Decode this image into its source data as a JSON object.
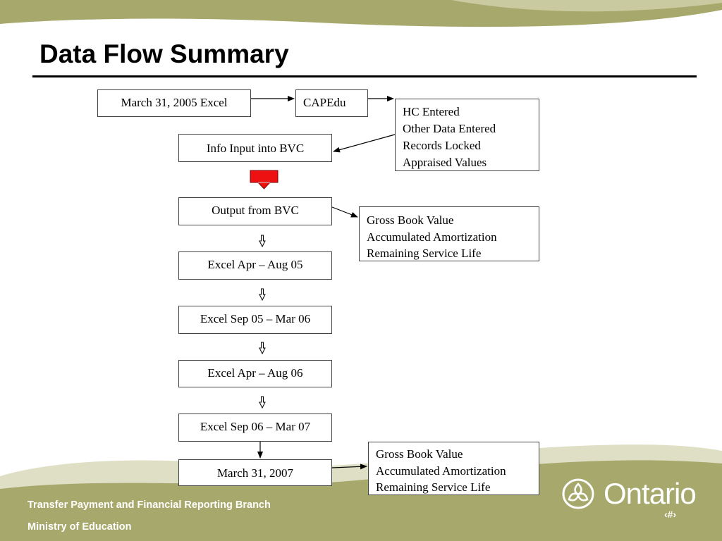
{
  "slide": {
    "title": "Data Flow Summary",
    "footer_line1": "Transfer Payment and Financial Reporting Branch",
    "footer_line2": "Ministry of Education",
    "logo_text": "Ontario",
    "slide_number": "‹#›"
  },
  "colors": {
    "olive": "#a7a86c",
    "olive_light": "#dedfc5",
    "red_arrow": "#ee1111"
  },
  "icons": [
    "ontario-trillium-icon",
    "down-arrow-icon"
  ],
  "diagram": {
    "nodes": {
      "march2005": "March 31, 2005 Excel",
      "capedu": "CAPEdu",
      "info_input": "Info Input into BVC",
      "output_bvc": "Output from BVC",
      "excel_apr05": "Excel Apr – Aug 05",
      "excel_sep05": "Excel Sep 05 – Mar 06",
      "excel_apr06": "Excel Apr – Aug 06",
      "excel_sep06": "Excel Sep 06 – Mar 07",
      "march2007": "March 31, 2007"
    },
    "capedu_details": [
      "HC Entered",
      "Other Data Entered",
      "Records Locked",
      "Appraised Values"
    ],
    "bvc_output_details": [
      "Gross Book Value",
      "Accumulated Amortization",
      "Remaining Service Life"
    ],
    "final_details": [
      "Gross Book Value",
      "Accumulated Amortization",
      "Remaining Service Life"
    ]
  }
}
